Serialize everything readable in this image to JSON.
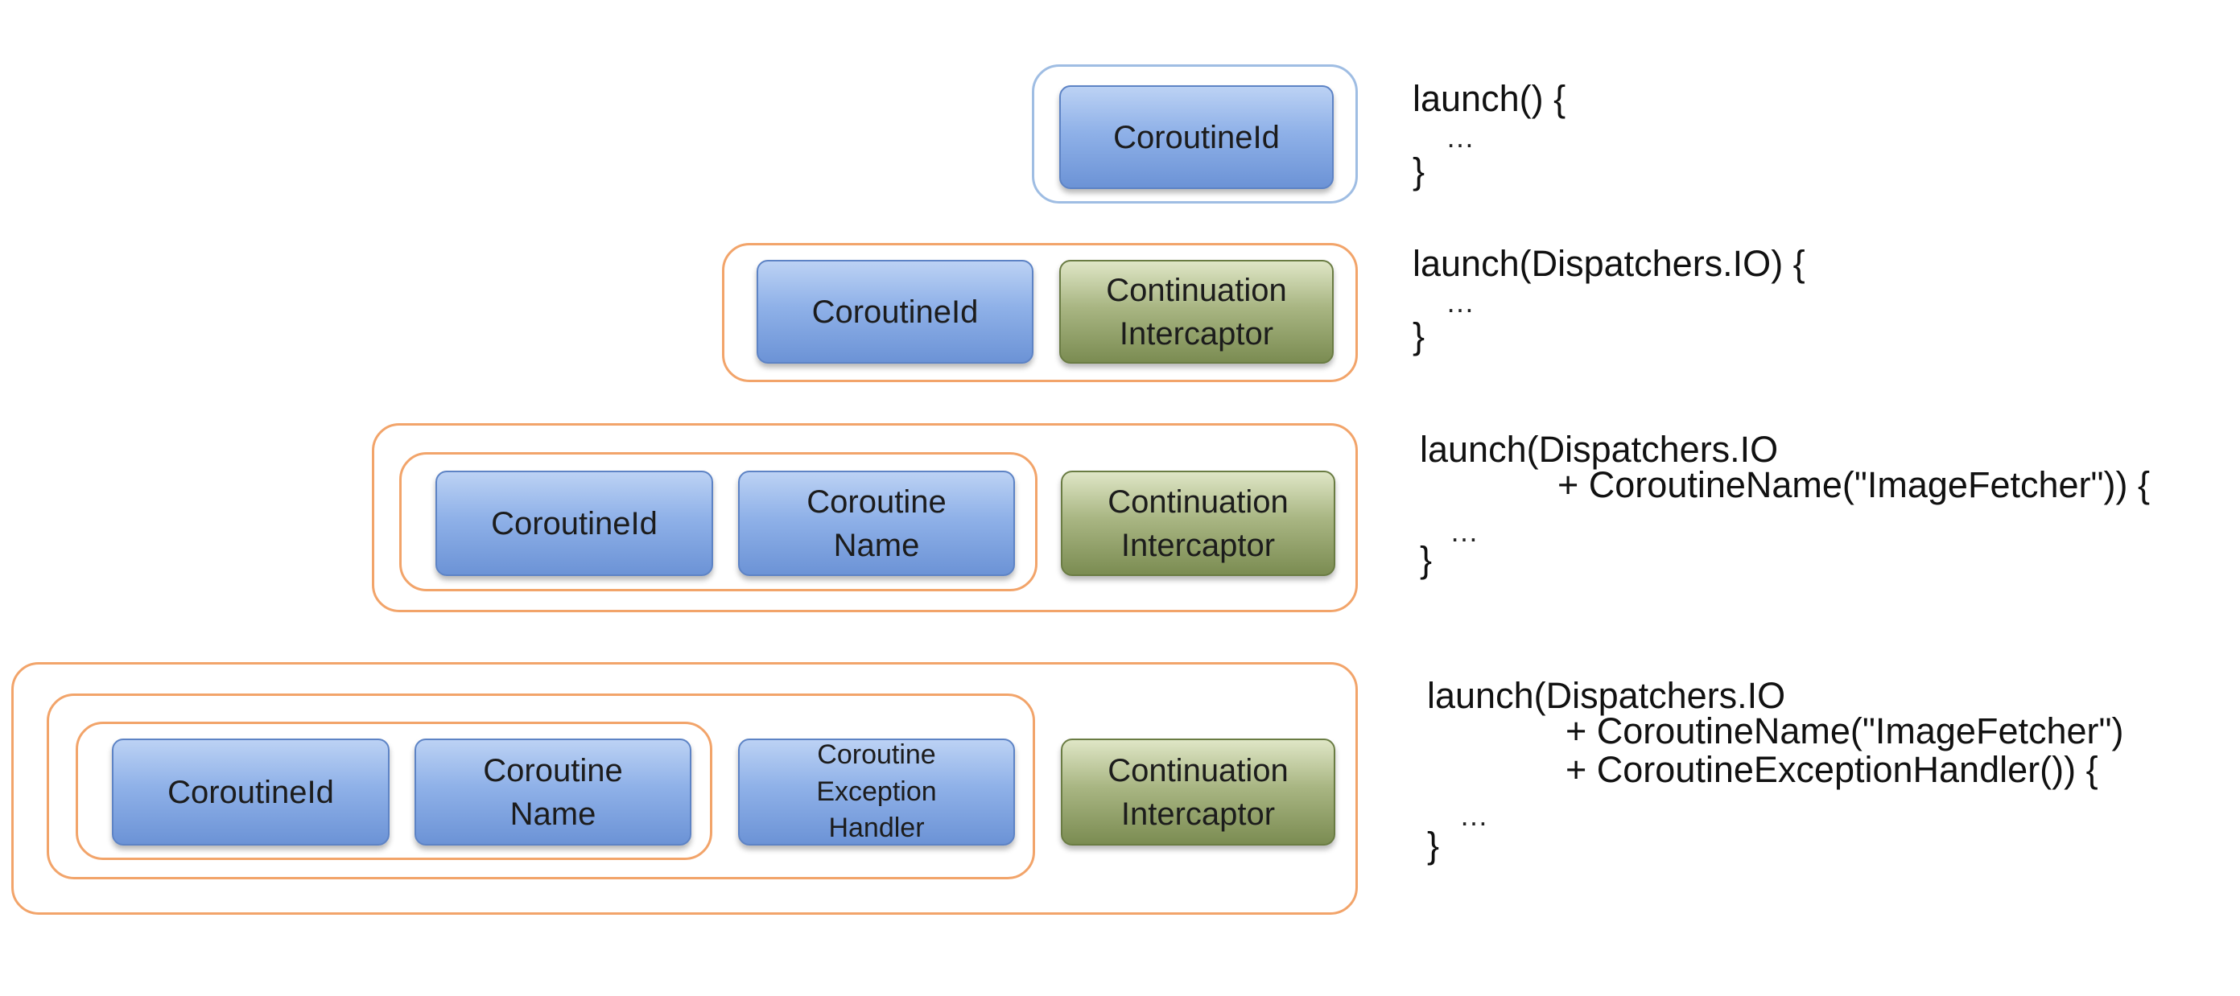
{
  "labels": {
    "coroutine_id": "CoroutineId",
    "continuation_interceptor": "Continuation\nIntercaptor",
    "coroutine_name": "Coroutine\nName",
    "coroutine_exception_handler": "Coroutine\nException\nHandler"
  },
  "code": {
    "row1": {
      "line1": "launch() {",
      "dots": "…",
      "close": "}"
    },
    "row2": {
      "line1": "launch(Dispatchers.IO) {",
      "dots": "…",
      "close": "}"
    },
    "row3": {
      "line1": "launch(Dispatchers.IO",
      "line2": "+ CoroutineName(\"ImageFetcher\")) {",
      "dots": "…",
      "close": "}"
    },
    "row4": {
      "line1": "launch(Dispatchers.IO",
      "line2": "+ CoroutineName(\"ImageFetcher\")",
      "line3": "+ CoroutineExceptionHandler()) {",
      "dots": "…",
      "close": "}"
    }
  },
  "colors": {
    "outer_frame": "#f2a46a",
    "row1_frame": "#9fbde3",
    "element_blue": "#8fb1e8",
    "element_green": "#a9b683"
  }
}
